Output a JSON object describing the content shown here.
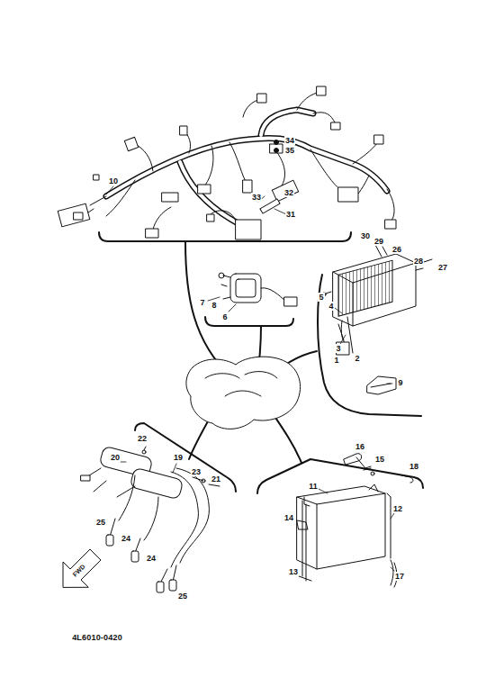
{
  "diagram": {
    "labels": [
      "10",
      "34",
      "35",
      "32",
      "33",
      "31",
      "30",
      "29",
      "26",
      "28",
      "27",
      "7",
      "8",
      "6",
      "5",
      "4",
      "1",
      "3",
      "2",
      "9",
      "22",
      "20",
      "19",
      "23",
      "21",
      "16",
      "15",
      "18",
      "11",
      "14",
      "12",
      "13",
      "17",
      "25",
      "24",
      "24",
      "25",
      "FWD",
      "4L6010-0420"
    ]
  }
}
